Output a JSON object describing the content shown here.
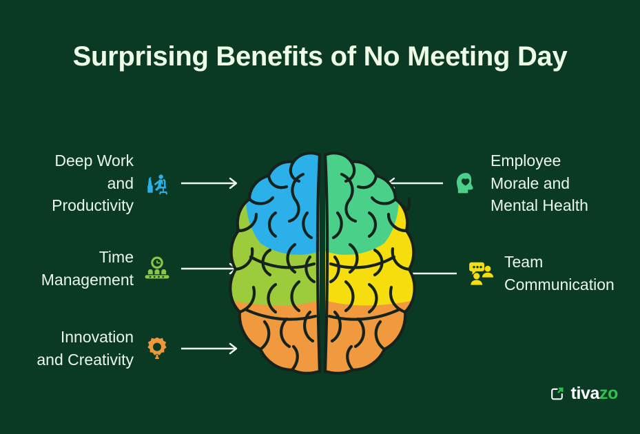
{
  "theme": {
    "background": "#0b3a24",
    "title_color": "#eefbe6",
    "label_color": "#eaf6ee",
    "arrow_color": "#f2f7f3"
  },
  "title": "Surprising Benefits of No Meeting Day",
  "benefits": {
    "left": [
      {
        "label": "Deep Work\nand\nProductivity",
        "icon_name": "person-at-desk-icon",
        "icon_color": "#2bb0ea",
        "arrow_direction": "right"
      },
      {
        "label": "Time\nManagement",
        "icon_name": "clock-conveyor-icon",
        "icon_color": "#8dc63f",
        "arrow_direction": "right"
      },
      {
        "label": "Innovation\nand Creativity",
        "icon_name": "gear-icon",
        "icon_color": "#f0973c",
        "arrow_direction": "right"
      }
    ],
    "right": [
      {
        "label": "Employee\nMorale and\nMental Health",
        "icon_name": "head-with-heart-icon",
        "icon_color": "#4bd089",
        "arrow_direction": "left"
      },
      {
        "label": "Team\nCommunication",
        "icon_name": "people-speech-bubble-icon",
        "icon_color": "#f5dd0e",
        "arrow_direction": "left"
      }
    ]
  },
  "brain": {
    "icon_name": "brain-top-view-illustration",
    "outline_color": "#16231c",
    "regions": [
      {
        "name": "frontal-left",
        "color": "#2bb0ea",
        "side": "left",
        "position": "top"
      },
      {
        "name": "frontal-right",
        "color": "#4bd089",
        "side": "right",
        "position": "top"
      },
      {
        "name": "parietal-left",
        "color": "#9ccb3b",
        "side": "left",
        "position": "middle"
      },
      {
        "name": "parietal-right",
        "color": "#f5dd0e",
        "side": "right",
        "position": "middle"
      },
      {
        "name": "occipital-left",
        "color": "#f0993f",
        "side": "left",
        "position": "bottom"
      },
      {
        "name": "occipital-right",
        "color": "#f0993f",
        "side": "right",
        "position": "bottom"
      }
    ]
  },
  "logo": {
    "mark_name": "tivazo-bracket-arrow-mark",
    "text_primary": "tiva",
    "text_accent": "zo",
    "primary_color": "#ffffff",
    "accent_color": "#2ec24c"
  }
}
